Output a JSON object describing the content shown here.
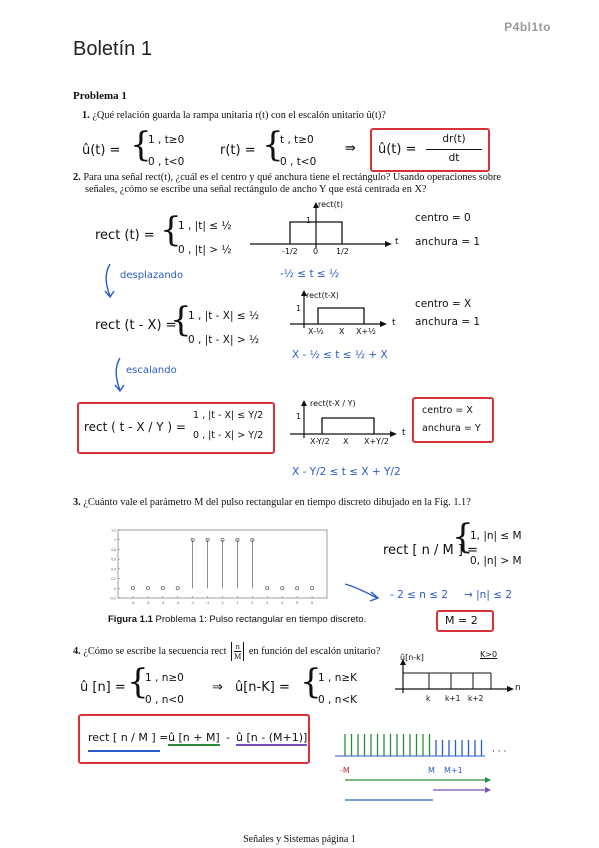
{
  "watermark": "P4bl1to",
  "title": "Boletín 1",
  "problem_heading": "Problema 1",
  "q1": {
    "num": "1.",
    "text": "¿Qué relación guarda la rampa unitaria r(t) con el escalón unitario û(t)?",
    "u_lhs": "û(t) =",
    "u_case1": "1 , t≥0",
    "u_case2": "0 , t<0",
    "r_lhs": "r(t) =",
    "r_case1": "t , t≥0",
    "r_case2": "0 , t<0",
    "arrow": "⇛",
    "result_lhs": "û(t) =",
    "result_num": "dr(t)",
    "result_den": "dt"
  },
  "q2": {
    "num": "2.",
    "text_l1": "Para una señal rect(t), ¿cuál es el centro y qué anchura tiene el rectángulo? Usando operaciones sobre",
    "text_l2": "señales, ¿cómo se escribe una señal rectángulo de ancho Y que está centrada en X?",
    "rect_lhs": "rect (t) =",
    "rect_case1": "1 , |t| ≤ ½",
    "rect_case2": "0 , |t| > ½",
    "plot1_label": "rect(t)",
    "plot1_ticks": [
      "-1/2",
      "0",
      "1/2"
    ],
    "plot1_tick_one": "1",
    "plot1_axis": "t",
    "centro1": "centro = 0",
    "anchura1": "anchura = 1",
    "range1": "-½ ≤ t ≤ ½",
    "desplazando": "desplazando",
    "shift_lhs": "rect (t - X) =",
    "shift_case1": "1 , |t - X| ≤ ½",
    "shift_case2": "0 , |t - X| > ½",
    "plot2_label": "rect(t-X)",
    "plot2_ticks": [
      "X-½",
      "X",
      "X+½"
    ],
    "plot2_tick_one": "1",
    "plot2_axis": "t",
    "centro2": "centro = X",
    "anchura2": "anchura = 1",
    "range2": "X - ½ ≤ t ≤ ½ + X",
    "escalando": "escalando",
    "scale_lhs": "rect ( t - X / Y ) =",
    "scale_case1": "1 , |t - X| ≤ Y/2",
    "scale_case2": "0 , |t - X| > Y/2",
    "plot3_label": "rect(t-X / Y)",
    "plot3_ticks": [
      "X-Y/2",
      "X",
      "X+Y/2"
    ],
    "plot3_tick_one": "1",
    "plot3_axis": "t",
    "centro3": "centro = X",
    "anchura3": "anchura = Y",
    "range3": "X - Y/2 ≤ t ≤ X + Y/2"
  },
  "q3": {
    "num": "3.",
    "text": "¿Cuánto vale el parámetro M del pulso rectangular en tiempo discreto dibujado en la Fig. 1.1?",
    "rect_lhs": "rect [ n / M ] =",
    "rect_case1": "1, |n| ≤ M",
    "rect_case2": "0, |n| > M",
    "range": "- 2 ≤ n ≤ 2",
    "implies": "→ |n| ≤ 2",
    "answer": "M = 2",
    "figure_label": "Figura 1.1",
    "figure_caption": "Problema 1: Pulso rectangular en tiempo discreto."
  },
  "chart_data": {
    "type": "scatter",
    "title": "",
    "xlabel": "",
    "ylabel": "",
    "x": [
      -6,
      -5,
      -4,
      -3,
      -2,
      -1,
      0,
      1,
      2,
      3,
      4,
      5,
      6
    ],
    "y": [
      0,
      0,
      0,
      0,
      1,
      1,
      1,
      1,
      1,
      0,
      0,
      0,
      0
    ],
    "xlim": [
      -7,
      7
    ],
    "ylim": [
      -0.2,
      1.2
    ],
    "xticks": [
      "-6",
      "-5",
      "-4",
      "-3",
      "-2",
      "-1",
      "0",
      "1",
      "2",
      "3",
      "4",
      "5",
      "6"
    ],
    "yticks": [
      "-0.2",
      "0",
      "0.2",
      "0.4",
      "0.6",
      "0.8",
      "1",
      "1.2"
    ],
    "grid": false
  },
  "q4": {
    "num": "4.",
    "text_a": "¿Cómo se escribe la secuencia rect",
    "text_b": "en función del escalón unitario?",
    "frac_num": "n",
    "frac_den": "M",
    "u_lhs": "û [n] =",
    "u_case1": "1 , n≥0",
    "u_case2": "0 , n<0",
    "arrow": "⇒",
    "uk_lhs": "û[n-K] =",
    "uk_case1": "1 , n≥K",
    "uk_case2": "0 , n<K",
    "plot_label": "û[n-k]",
    "plot_cond": "K>0",
    "plot_ticks": [
      "k",
      "k+1",
      "k+2"
    ],
    "plot_axis": "n",
    "result_lhs": "rect [ n / M ] =",
    "result_t1": "û [n + M]",
    "result_minus": "-",
    "result_t2": "û [n - (M+1)]",
    "seq_labels": [
      "-M",
      "M",
      "M+1"
    ],
    "seq_dots": "· · ·"
  },
  "footer": "Señales y Sistemas página 1",
  "colors": {
    "red": "#d8323a",
    "blue": "#2a5bc9",
    "green": "#2e8b3e",
    "purple": "#7a4fb5"
  }
}
